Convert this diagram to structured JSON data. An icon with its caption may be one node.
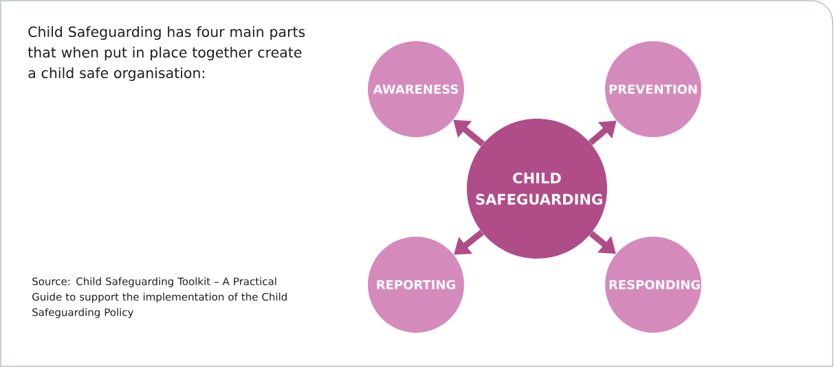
{
  "diagram": {
    "nodes": [
      {
        "text": [
          "AWARENESS"
        ]
      },
      {
        "text": [
          "PREVENTION"
        ]
      },
      {
        "text": [
          "CHILD SAFEGUARDING"
        ]
      },
      {
        "text": [
          "REPORTING"
        ]
      },
      {
        "text": [
          "RESPONDING"
        ]
      }
    ],
    "edges": [
      {
        "from": 2,
        "to": 0,
        "arrow": "to"
      },
      {
        "from": 2,
        "to": 1,
        "arrow": "to"
      },
      {
        "from": 2,
        "to": 3,
        "arrow": "to"
      },
      {
        "from": 2,
        "to": 4,
        "arrow": "to"
      }
    ],
    "labels": [
      "Child Safeguarding has four main parts that when put in place together create a child safe organisation:",
      "Source: Child Safeguarding Toolkit – A Practical Guide to support the implementation of the Child Safeguarding Policy"
    ]
  }
}
